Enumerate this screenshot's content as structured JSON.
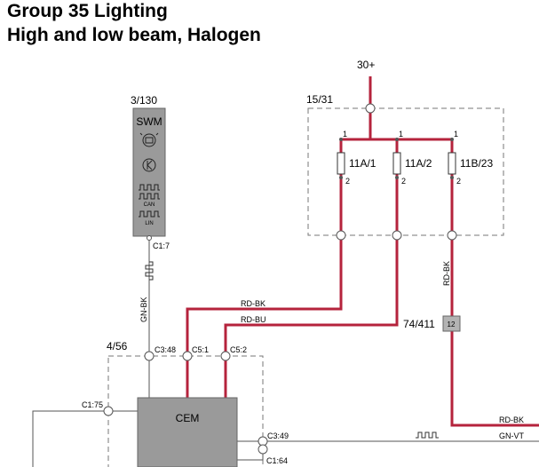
{
  "header": {
    "title": "Group 35 Lighting",
    "subtitle": "High and low beam, Halogen"
  },
  "colors": {
    "wire_red": "#b5233c",
    "wire_thin": "#555555",
    "module_fill": "#9a9a9a",
    "dashed_box": "#777777"
  },
  "supply": {
    "label": "30+"
  },
  "fuse_box": {
    "label": "15/31",
    "fuses": [
      {
        "name": "11A/1",
        "pin_top": "1",
        "pin_bottom": "2"
      },
      {
        "name": "11A/2",
        "pin_top": "1",
        "pin_bottom": "2"
      },
      {
        "name": "11B/23",
        "pin_top": "1",
        "pin_bottom": "2"
      }
    ]
  },
  "swm": {
    "ref": "3/130",
    "name": "SWM",
    "can_label": "CAN",
    "lin_label": "LIN",
    "connector": "C1:7",
    "wire_color": "GN-BK",
    "icons": [
      "bulb-icon",
      "transistor-icon",
      "can-signal-icon",
      "lin-signal-icon"
    ]
  },
  "wires": {
    "rd_bk": "RD-BK",
    "rd_bu": "RD-BU",
    "rd_bk_vertical": "RD-BK",
    "rd_bk_right": "RD-BK",
    "gn_vt": "GN-VT"
  },
  "splice": {
    "ref": "74/411",
    "pin": "12"
  },
  "cem_area": {
    "ref": "4/56",
    "name": "CEM",
    "connectors": {
      "c3_48": "C3:48",
      "c5_1": "C5:1",
      "c5_2": "C5:2",
      "c1_75": "C1:75",
      "c3_49": "C3:49",
      "c1_64": "C1:64"
    }
  }
}
